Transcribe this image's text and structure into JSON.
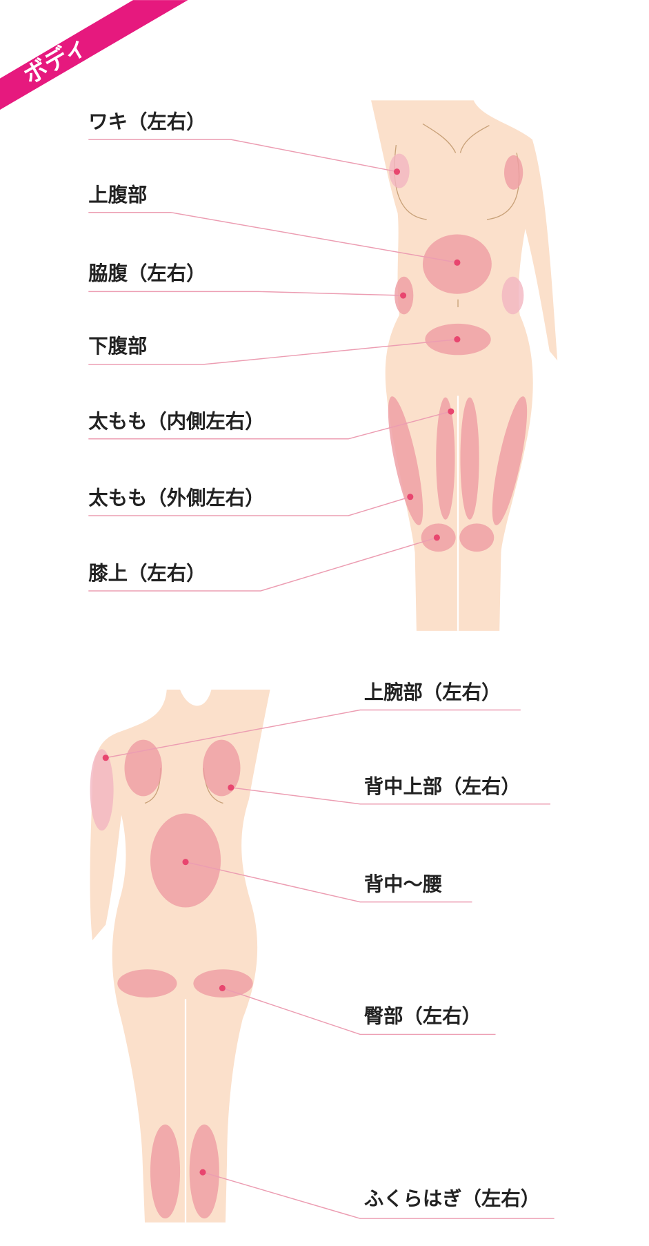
{
  "banner": {
    "label": "ボディ",
    "color": "#e6197e"
  },
  "front": {
    "labels": [
      "ワキ（左右）",
      "上腹部",
      "脇腹（左右）",
      "下腹部",
      "太もも（内側左右）",
      "太もも（外側左右）",
      "膝上（左右）"
    ]
  },
  "back": {
    "labels": [
      "上腕部（左右）",
      "背中上部（左右）",
      "背中〜腰",
      "臀部（左右）",
      "ふくらはぎ（左右）"
    ]
  },
  "colors": {
    "skin": "#fbe0cb",
    "zone": "#ee9ea3",
    "marker": "#e8466f",
    "leader": "#e98aa5"
  }
}
